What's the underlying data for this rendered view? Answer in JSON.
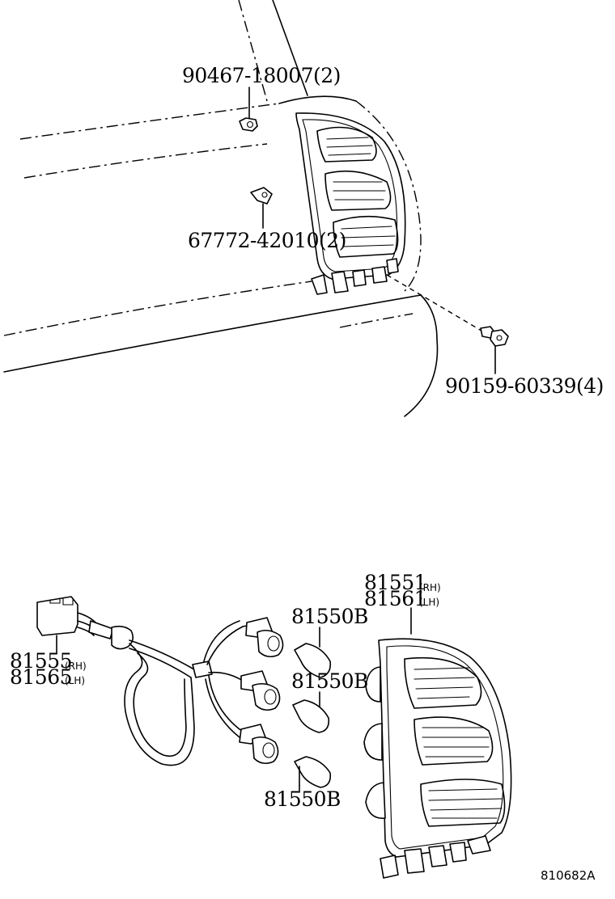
{
  "labels": {
    "screw_top": "90467-18007(2)",
    "clip": "67772-42010(2)",
    "bolt": "90159-60339(4)",
    "lamp_rh": "81551",
    "lamp_rh_side": "(RH)",
    "lamp_lh": "81561",
    "lamp_lh_side": "(LH)",
    "bulb_1": "81550B",
    "bulb_2": "81550B",
    "bulb_3": "81550B",
    "harness_rh": "81555",
    "harness_rh_side": "(RH)",
    "harness_lh": "81565",
    "harness_lh_side": "(LH)",
    "ref_code": "810682A"
  }
}
